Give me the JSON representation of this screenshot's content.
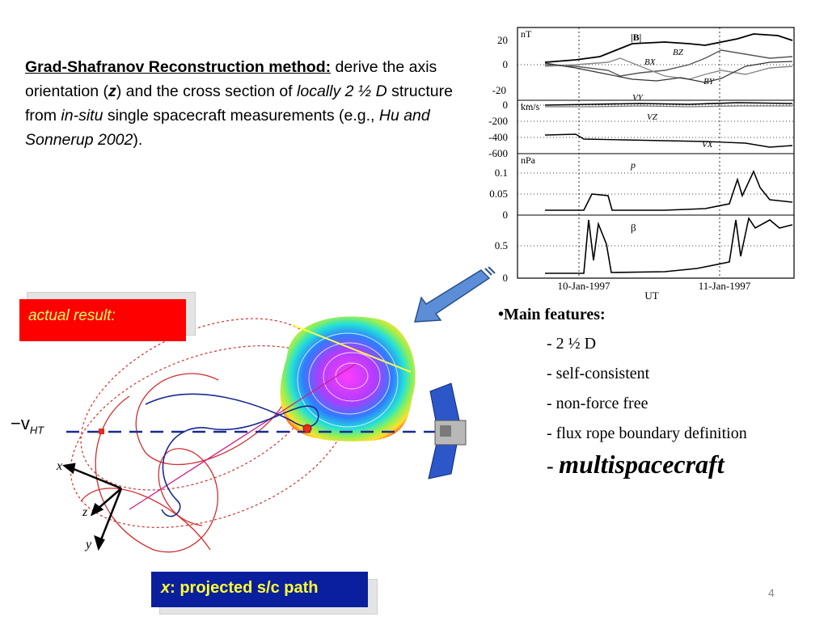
{
  "intro": {
    "title": "Grad-Shafranov Reconstruction method:",
    "t1": " derive the axis orientation (",
    "z": "z",
    "t2": ") and the cross section of ",
    "locally": "locally 2 ½ D",
    "t3": " structure from ",
    "insitu": "in-situ",
    "t4": " single spacecraft measurements (e.g., ",
    "ref": "Hu and Sonnerup 2002",
    "t5": ")."
  },
  "plot": {
    "panel1": {
      "unit": "nT",
      "ticks": [
        "20",
        "0",
        "-20"
      ],
      "labels": [
        "|B|",
        "BZ",
        "BX",
        "BY"
      ]
    },
    "panel2": {
      "unit": "km/s",
      "ticks": [
        "0",
        "-200",
        "-400",
        "-600"
      ],
      "labels": [
        "VY",
        "VZ",
        "VX"
      ]
    },
    "panel3": {
      "unit": "nPa",
      "ticks": [
        "0.1",
        "0.05",
        "0"
      ],
      "label": "p"
    },
    "panel4": {
      "ticks": [
        "0.5",
        "0"
      ],
      "label": "β"
    },
    "x_ticks": [
      "10-Jan-1997",
      "11-Jan-1997"
    ],
    "x_label": "UT"
  },
  "actual_label": "actual result:",
  "vht": {
    "main": "−v",
    "sub": "HT"
  },
  "axes": {
    "x": "x",
    "y": "y",
    "z": "z"
  },
  "features": {
    "head": "•Main features:",
    "items": [
      "- 2 ½ D",
      "- self-consistent",
      "- non-force free",
      "- flux rope boundary definition"
    ],
    "big_dash": "- ",
    "big": "multispacecraft"
  },
  "path_label": {
    "x": "x",
    "rest": ": projected s/c path"
  },
  "page_number": "4"
}
